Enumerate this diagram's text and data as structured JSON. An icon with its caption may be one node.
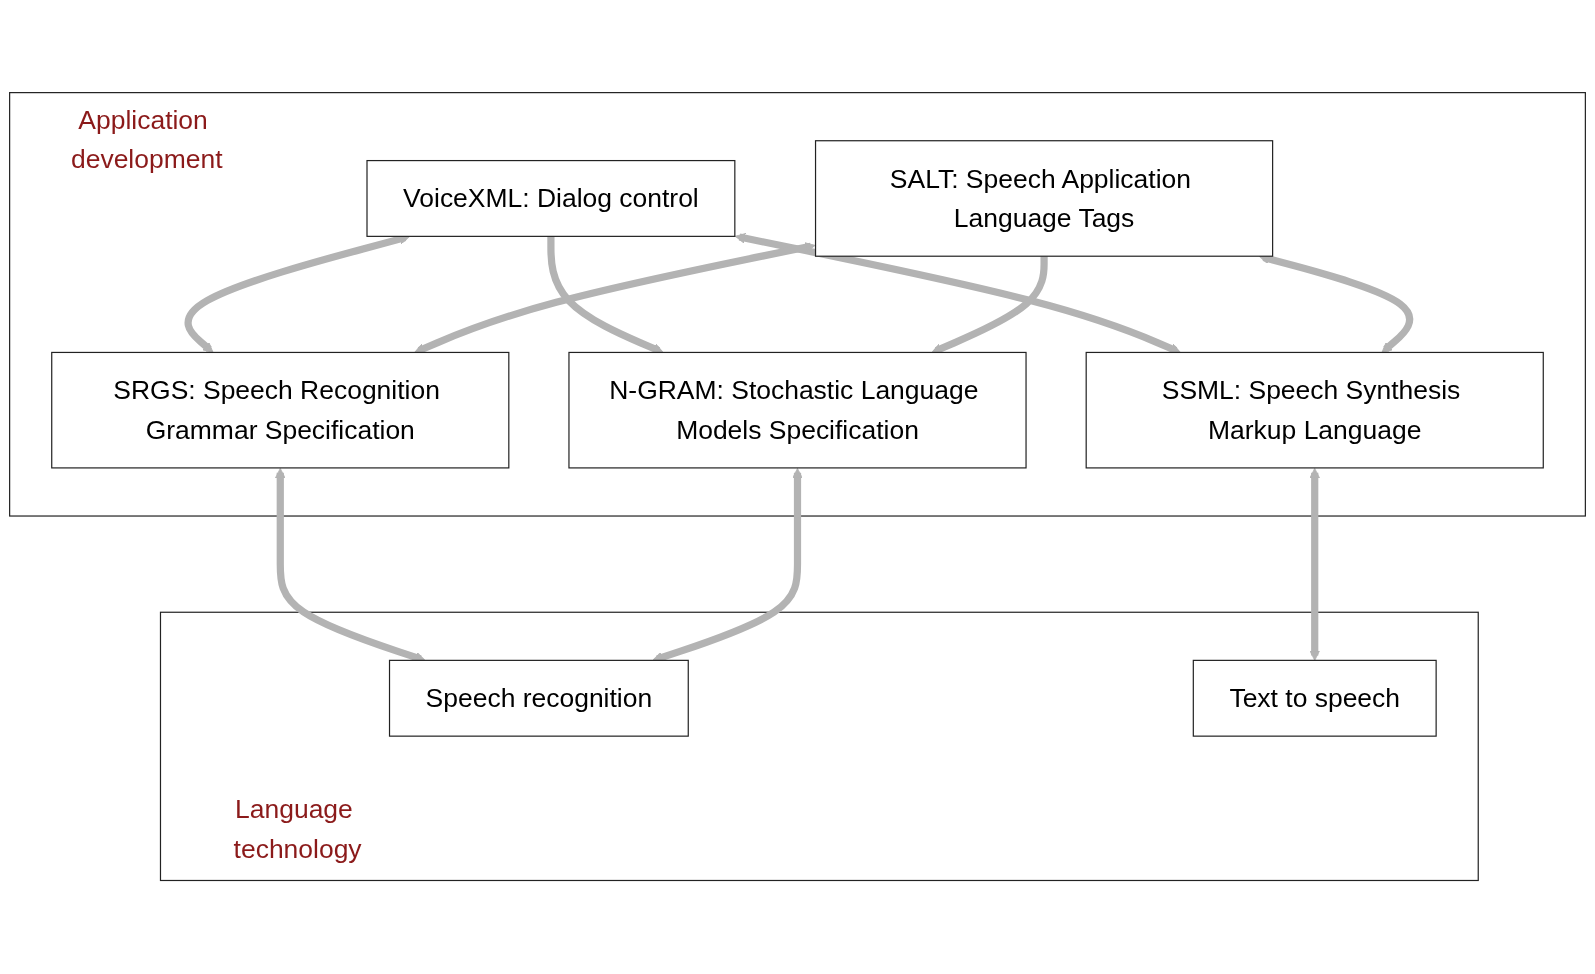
{
  "diagram": {
    "nodes": [
      {
        "text": [
          "Application development"
        ]
      },
      {
        "text": [
          "VoiceXML: Dialog control"
        ],
        "in": 0
      },
      {
        "text": [
          "SALT: Speech Application Language Tags"
        ],
        "in": 0
      },
      {
        "text": [
          "SRGS: Speech Recognition Grammar Specification"
        ],
        "in": 0
      },
      {
        "text": [
          "N-GRAM: Stochastic Language Models Specification"
        ],
        "in": 0
      },
      {
        "text": [
          "SSML: Speech Synthesis Markup Language"
        ],
        "in": 0
      },
      {
        "text": [
          "Language technology"
        ]
      },
      {
        "text": [
          "Speech recognition"
        ],
        "in": 6
      },
      {
        "text": [
          "Text to speech"
        ],
        "in": 6
      }
    ],
    "edges": [
      {
        "from": 1,
        "to": 3,
        "arrow": "both"
      },
      {
        "from": 1,
        "to": 4,
        "arrow": "to"
      },
      {
        "from": 1,
        "to": 5,
        "arrow": "both"
      },
      {
        "from": 2,
        "to": 3,
        "arrow": "both"
      },
      {
        "from": 2,
        "to": 4,
        "arrow": "to"
      },
      {
        "from": 2,
        "to": 5,
        "arrow": "both"
      },
      {
        "from": 3,
        "to": 7,
        "arrow": "both"
      },
      {
        "from": 4,
        "to": 7,
        "arrow": "both"
      },
      {
        "from": 5,
        "to": 8,
        "arrow": "both"
      }
    ]
  }
}
